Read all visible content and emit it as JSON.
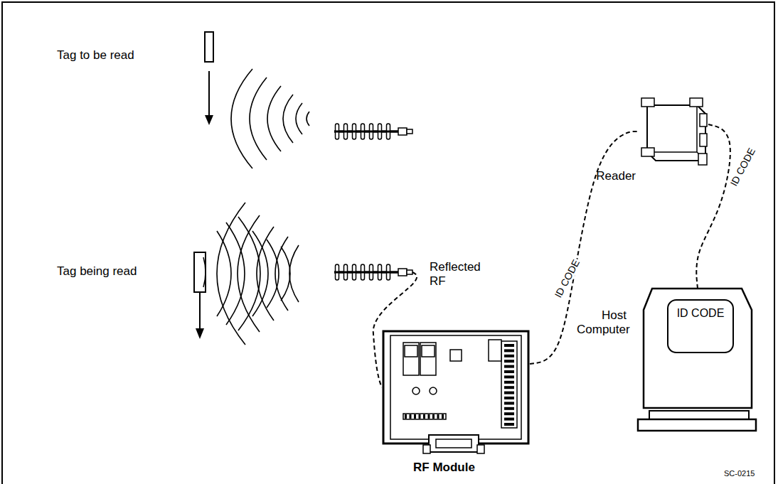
{
  "diagram": {
    "nodes": [
      {
        "text": [
          "RF Module"
        ]
      },
      {
        "text": [
          "Reader"
        ]
      },
      {
        "text": [
          "Host Computer",
          "ID CODE"
        ]
      }
    ],
    "edges": [
      {
        "from": 0,
        "to": 1,
        "label": "ID CODE",
        "arrow": "none"
      },
      {
        "from": 1,
        "to": 2,
        "label": "ID CODE",
        "arrow": "none"
      }
    ],
    "labels": [
      "Tag to be read",
      "Tag being read",
      "Reflected RF",
      "SC-0215"
    ]
  }
}
